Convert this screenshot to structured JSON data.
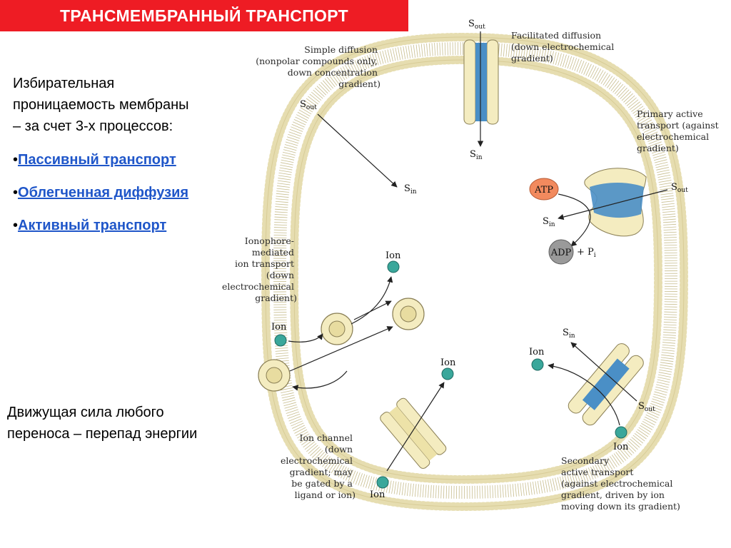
{
  "title": "ТРАНСМЕМБРАННЫЙ ТРАНСПОРТ",
  "intro": {
    "line1": "Избирательная",
    "line2": "проницаемость  мембраны",
    "line3": "– за счет 3-х процессов:"
  },
  "bullets": [
    {
      "marker": "•",
      "label": "Пассивный транспорт"
    },
    {
      "marker": "•",
      "label": "Облегченная диффузия"
    },
    {
      "marker": "•",
      "label": "Активный транспорт"
    }
  ],
  "footer": {
    "line1": "Движущая сила любого",
    "line2": "переноса – перепад энергии"
  },
  "diagram": {
    "simple_diffusion": [
      "Simple diffusion",
      "(nonpolar compounds only,",
      "down concentration",
      "gradient)"
    ],
    "facilitated_diffusion": [
      "Facilitated diffusion",
      "(down electrochemical",
      "gradient)"
    ],
    "primary_active": [
      "Primary active",
      "transport (against",
      "electrochemical",
      "gradient)"
    ],
    "ionophore": [
      "Ionophore-",
      "mediated",
      "ion transport",
      "(down",
      "electrochemical",
      "gradient)"
    ],
    "ion_channel": [
      "Ion channel",
      "(down",
      "electrochemical",
      "gradient; may",
      "be gated by a",
      "ligand or ion)"
    ],
    "secondary_active": [
      "Secondary",
      "active transport",
      "(against electrochemical",
      "gradient, driven by ion",
      "moving down its gradient)"
    ],
    "s_letter": "S",
    "sub_out": "out",
    "sub_in": "in",
    "ion": "Ion",
    "atp": "ATP",
    "adp": "ADP",
    "plus_p": "+ P",
    "sub_i": "i"
  },
  "colors": {
    "title_bg": "#ee1c24",
    "link": "#1f56c9",
    "ion": "#3aa79b",
    "channel_blue": "#4a8fc6",
    "protein_cream": "#f4ecc0",
    "atp": "#f28a5e",
    "adp": "#9a9a9a"
  }
}
